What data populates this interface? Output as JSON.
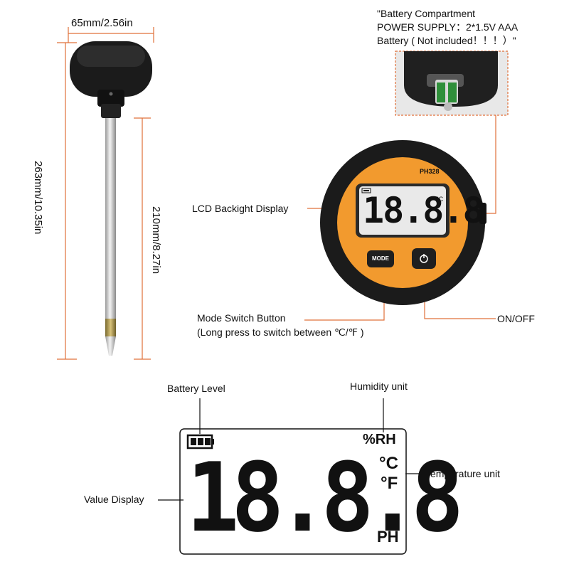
{
  "dimensions": {
    "width_label": "65mm/2.56in",
    "total_length_label": "263mm/10.35in",
    "probe_length_label": "210mm/8.27in"
  },
  "battery_note": {
    "line1": "\"Battery Compartment",
    "line2": "POWER SUPPLY：2*1.5V AAA",
    "line3": "Battery ( Not included！！！）\""
  },
  "device": {
    "model": "PH328",
    "lcd_value": "18.8.8",
    "lcd_unit": "°C",
    "mode_button": "MODE",
    "power_icon": "power-icon"
  },
  "callouts": {
    "lcd_backlight": "LCD Backight Display",
    "mode_switch_line1": "Mode Switch Button",
    "mode_switch_line2": "(Long press to switch between ℃/℉ )",
    "on_off": "ON/OFF"
  },
  "lcd_detail": {
    "battery_level": "Battery Level",
    "humidity_unit": "Humidity unit",
    "temperature_unit": "Temperature unit",
    "value_display": "Value Display",
    "rh": "%RH",
    "celsius": "°C",
    "fahrenheit": "°F",
    "ph": "PH",
    "digits": "18.8.8"
  },
  "colors": {
    "dimension_line": "#e0703a",
    "device_orange": "#f29a2e",
    "device_black": "#1b1b1b",
    "lcd_background": "#e9e9e9"
  }
}
